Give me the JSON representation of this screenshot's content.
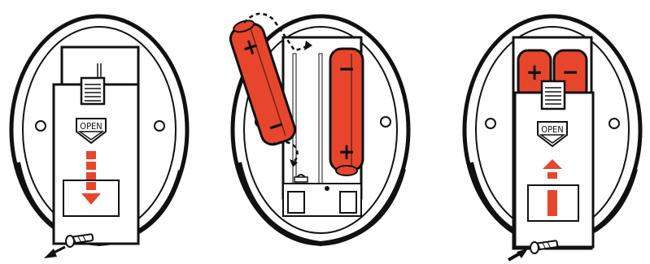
{
  "steps": [
    {
      "step_label": "remove-cover",
      "cover_label": "OPEN"
    },
    {
      "step_label": "insert-batteries",
      "plus_sign": "+",
      "minus_sign": "−"
    },
    {
      "step_label": "close-cover",
      "cover_label": "OPEN",
      "plus_sign": "+",
      "minus_sign": "−"
    }
  ],
  "colors": {
    "accent": "#e8462c",
    "ink": "#111111",
    "paper": "#ffffff"
  },
  "icons": [
    "screw-icon",
    "arrow-icon",
    "battery-icon",
    "rotate-arrow-icon"
  ]
}
